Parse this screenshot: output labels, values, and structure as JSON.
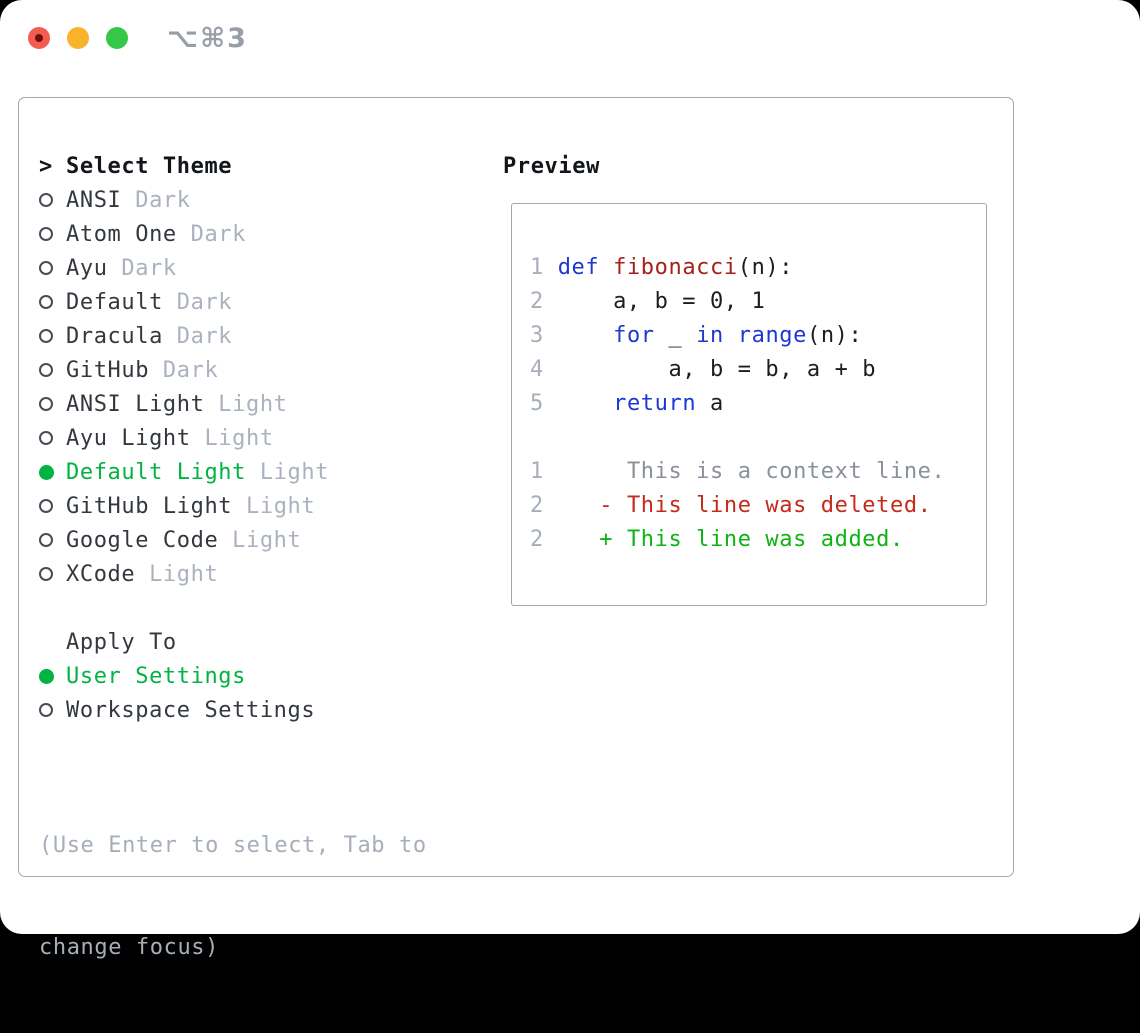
{
  "window": {
    "shortcut": "⌥⌘3"
  },
  "theme_picker": {
    "header": {
      "marker": ">",
      "label": "Select Theme"
    },
    "items": [
      {
        "name": "ANSI",
        "variant": "Dark",
        "selected": false
      },
      {
        "name": "Atom One",
        "variant": "Dark",
        "selected": false
      },
      {
        "name": "Ayu",
        "variant": "Dark",
        "selected": false
      },
      {
        "name": "Default",
        "variant": "Dark",
        "selected": false
      },
      {
        "name": "Dracula",
        "variant": "Dark",
        "selected": false
      },
      {
        "name": "GitHub",
        "variant": "Dark",
        "selected": false
      },
      {
        "name": "ANSI Light",
        "variant": "Light",
        "selected": false
      },
      {
        "name": "Ayu Light",
        "variant": "Light",
        "selected": false
      },
      {
        "name": "Default Light",
        "variant": "Light",
        "selected": true
      },
      {
        "name": "GitHub Light",
        "variant": "Light",
        "selected": false
      },
      {
        "name": "Google Code",
        "variant": "Light",
        "selected": false
      },
      {
        "name": "XCode",
        "variant": "Light",
        "selected": false
      }
    ]
  },
  "apply_to": {
    "label": "Apply To",
    "options": [
      {
        "label": "User Settings",
        "selected": true
      },
      {
        "label": "Workspace Settings",
        "selected": false
      }
    ]
  },
  "hint_lines": [
    "(Use Enter to select, Tab to",
    "change focus)"
  ],
  "preview": {
    "title": "Preview",
    "lines": [
      {
        "segs": [
          {
            "t": "1 ",
            "s": "ln"
          },
          {
            "t": "def",
            "s": "kw"
          },
          {
            "t": " ",
            "s": "pl"
          },
          {
            "t": "fibonacci",
            "s": "fn"
          },
          {
            "t": "(n):",
            "s": "pl"
          }
        ]
      },
      {
        "segs": [
          {
            "t": "2 ",
            "s": "ln"
          },
          {
            "t": "    a, b = 0, 1",
            "s": "pl"
          }
        ]
      },
      {
        "segs": [
          {
            "t": "3 ",
            "s": "ln"
          },
          {
            "t": "    ",
            "s": "pl"
          },
          {
            "t": "for",
            "s": "kw"
          },
          {
            "t": " _ ",
            "s": "pl"
          },
          {
            "t": "in",
            "s": "kw"
          },
          {
            "t": " ",
            "s": "pl"
          },
          {
            "t": "range",
            "s": "kw"
          },
          {
            "t": "(n):",
            "s": "pl"
          }
        ]
      },
      {
        "segs": [
          {
            "t": "4 ",
            "s": "ln"
          },
          {
            "t": "        a, b = b, a + b",
            "s": "pl"
          }
        ]
      },
      {
        "segs": [
          {
            "t": "5 ",
            "s": "ln"
          },
          {
            "t": "    ",
            "s": "pl"
          },
          {
            "t": "return",
            "s": "kw"
          },
          {
            "t": " a",
            "s": "pl"
          }
        ]
      },
      {
        "segs": []
      },
      {
        "segs": [
          {
            "t": "1",
            "s": "ln"
          },
          {
            "t": "      ",
            "s": "pl"
          },
          {
            "t": "This is a context line.",
            "s": "ctx"
          }
        ]
      },
      {
        "segs": [
          {
            "t": "2",
            "s": "ln"
          },
          {
            "t": "    ",
            "s": "pl"
          },
          {
            "t": "- This line was deleted.",
            "s": "del"
          }
        ]
      },
      {
        "segs": [
          {
            "t": "2",
            "s": "ln"
          },
          {
            "t": "    ",
            "s": "pl"
          },
          {
            "t": "+ This line was added.",
            "s": "add"
          }
        ]
      }
    ]
  },
  "colors": {
    "green": "#00b342",
    "muted": "#aab2be",
    "dark": "#33383f",
    "black": "#121519",
    "hint": "#a6aeba",
    "border": "#a0a8b3",
    "ln": "#a6aeba",
    "kw": "#1e38d4",
    "fn": "#a62117",
    "pl": "#1a1d22",
    "ctx": "#8b9199",
    "del": "#c52a1a",
    "add": "#0db413",
    "shortcut": "#979ea7",
    "tl_close": "#f25c51",
    "tl_dot": "#6d1008",
    "tl_min": "#f9b42c",
    "tl_zoom": "#35c748"
  }
}
